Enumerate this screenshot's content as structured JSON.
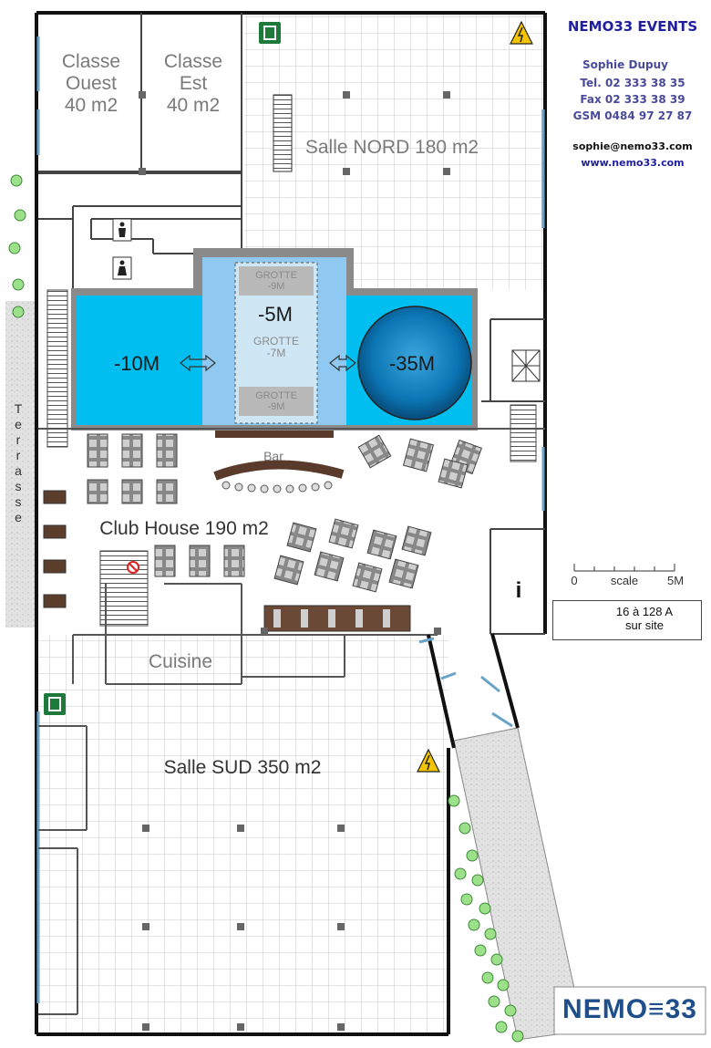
{
  "company": {
    "name": "NEMO33 EVENTS",
    "contact_name": "Sophie Dupuy",
    "tel": "Tel. 02 333 38 35",
    "fax": "Fax 02 333 38 39",
    "gsm": "GSM 0484 97 27 87",
    "email": "sophie@nemo33.com",
    "web": "www.nemo33.com"
  },
  "rooms": {
    "classe_ouest": [
      "Classe",
      "Ouest",
      "40 m2"
    ],
    "classe_est": [
      "Classe",
      "Est",
      "40 m2"
    ],
    "salle_nord": "Salle NORD 180 m2",
    "club_house": "Club House 190 m2",
    "cuisine": "Cuisine",
    "salle_sud": "Salle SUD 350 m2",
    "bar": "Bar",
    "terrasse": [
      "T",
      "e",
      "r",
      "r",
      "a",
      "s",
      "s",
      "e"
    ]
  },
  "pools": {
    "left": "-10M",
    "center": "-5M",
    "right": "-35M",
    "grotte_top": [
      "GROTTE",
      "-9M"
    ],
    "grotte_mid": [
      "GROTTE",
      "-7M"
    ],
    "grotte_bottom": [
      "GROTTE",
      "-9M"
    ]
  },
  "legend": {
    "scale_zero": "0",
    "scale_label": "scale",
    "scale_max": "5M",
    "info_symbol": "i",
    "power_line1": "16 à 128 A",
    "power_line2": "sur site"
  },
  "logo": {
    "left": "NEMO",
    "right": "33"
  },
  "icons": [
    "emergency-exit-icon",
    "high-voltage-icon",
    "toilet-icon",
    "fire-extinguisher-icon",
    "info-icon",
    "tree-icon"
  ],
  "colors": {
    "pool": "#00BFF0",
    "pool_light": "#8FC8F0",
    "deep_pool": "#0A6FA8",
    "brand_blue": "#1F1FA0",
    "contact_purple": "#4A4A9A",
    "grass_green": "#9CE08A",
    "exit_green": "#1E7A3A",
    "warning_yellow": "#F5C400"
  }
}
